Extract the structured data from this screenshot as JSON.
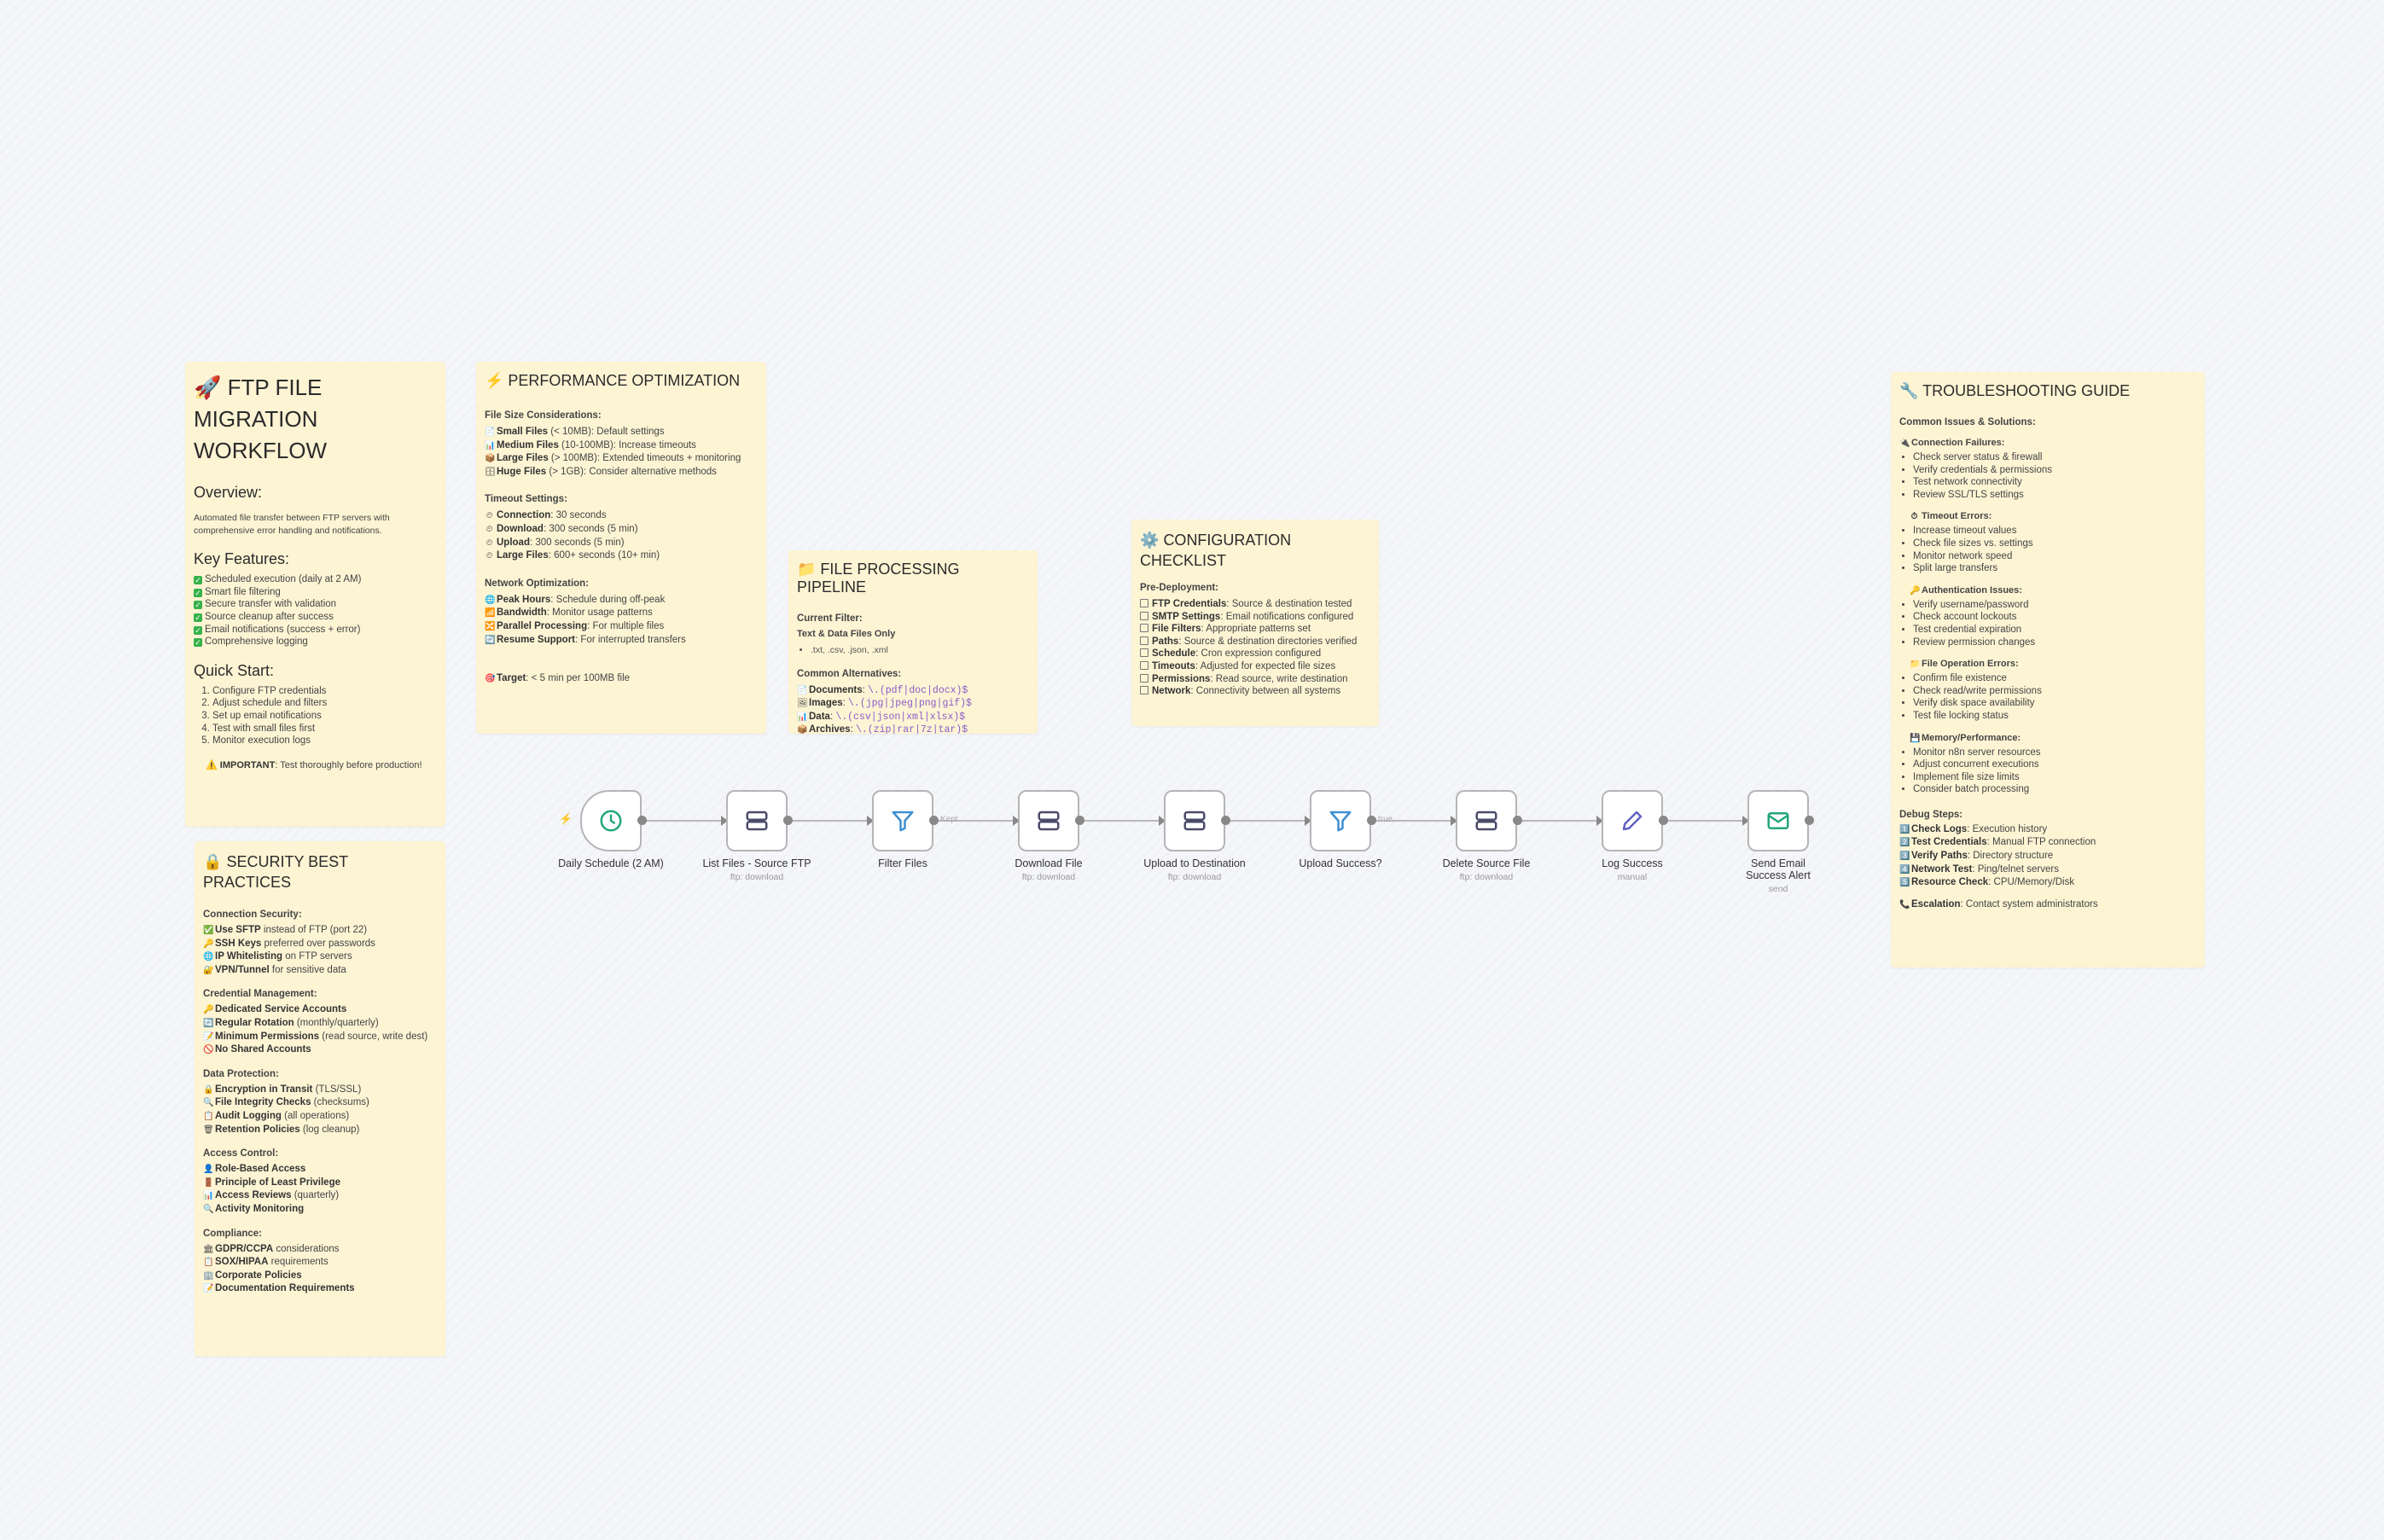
{
  "colors": {
    "note_bg": "#fdf4d4",
    "node_border": "#b5b5b5",
    "check": "#36b24a",
    "icon_teal": "#23a67c",
    "icon_slate": "#4a4a6a",
    "icon_purple": "#6161c7"
  },
  "main_note": {
    "title_icon": "🚀",
    "title_lines": [
      "FTP FILE",
      "MIGRATION",
      "WORKFLOW"
    ],
    "overview_title": "Overview:",
    "overview_text": [
      "Automated file transfer between FTP servers with",
      "comprehensive error handling and notifications."
    ],
    "features_title": "Key Features:",
    "features": [
      "Scheduled execution (daily at 2 AM)",
      "Smart file filtering",
      "Secure transfer with validation",
      "Source cleanup after success",
      "Email notifications (success + error)",
      "Comprehensive logging"
    ],
    "quickstart_title": "Quick Start:",
    "quickstart": [
      "Configure FTP credentials",
      "Adjust schedule and filters",
      "Set up email notifications",
      "Test with small files first",
      "Monitor execution logs"
    ],
    "important_icon": "⚠️",
    "important_label": "IMPORTANT",
    "important_text": ": Test thoroughly before production!"
  },
  "performance": {
    "title": "⚡ PERFORMANCE OPTIMIZATION",
    "size_title": "File Size Considerations:",
    "sizes": [
      {
        "icon": "📄",
        "label": "Small Files",
        "text": " (< 10MB): Default settings"
      },
      {
        "icon": "📊",
        "label": "Medium Files",
        "text": " (10-100MB): Increase timeouts"
      },
      {
        "icon": "📦",
        "label": "Large Files",
        "text": " (> 100MB): Extended timeouts + monitoring"
      },
      {
        "icon": "🗄",
        "label": "Huge Files",
        "text": " (> 1GB): Consider alternative methods"
      }
    ],
    "timeout_title": "Timeout Settings:",
    "timeouts": [
      {
        "icon": "⏲",
        "label": "Connection",
        "text": ": 30 seconds"
      },
      {
        "icon": "⏲",
        "label": "Download",
        "text": ": 300 seconds (5 min)"
      },
      {
        "icon": "⏲",
        "label": "Upload",
        "text": ": 300 seconds (5 min)"
      },
      {
        "icon": "⏲",
        "label": "Large Files",
        "text": ": 600+ seconds (10+ min)"
      }
    ],
    "network_title": "Network Optimization:",
    "network": [
      {
        "icon": "🌐",
        "label": "Peak Hours",
        "text": ": Schedule during off-peak"
      },
      {
        "icon": "📶",
        "label": "Bandwidth",
        "text": ": Monitor usage patterns"
      },
      {
        "icon": "🔀",
        "label": "Parallel Processing",
        "text": ": For multiple files"
      },
      {
        "icon": "🔄",
        "label": "Resume Support",
        "text": ": For interrupted transfers"
      }
    ],
    "target_icon": "🎯",
    "target_label": "Target",
    "target_text": ": < 5 min per 100MB file"
  },
  "pipeline": {
    "title": "📁 FILE PROCESSING PIPELINE",
    "filter_title": "Current Filter:",
    "filter_name": "Text & Data Files Only",
    "filter_ext": ".txt, .csv, .json, .xml",
    "alt_title": "Common Alternatives:",
    "alts": [
      {
        "icon": "📄",
        "label": "Documents",
        "code": "\\.(pdf|doc|docx)$"
      },
      {
        "icon": "🖼",
        "label": "Images",
        "code": "\\.(jpg|jpeg|png|gif)$"
      },
      {
        "icon": "📊",
        "label": "Data",
        "code": "\\.(csv|json|xml|xlsx)$"
      },
      {
        "icon": "📦",
        "label": "Archives",
        "code": "\\.(zip|rar|7z|tar)$"
      }
    ]
  },
  "config": {
    "title_icon": "⚙️",
    "title_lines": [
      "CONFIGURATION",
      "CHECKLIST"
    ],
    "predeploy_title": "Pre-Deployment:",
    "items": [
      {
        "label": "FTP Credentials",
        "text": ": Source & destination tested"
      },
      {
        "label": "SMTP Settings",
        "text": ": Email notifications configured"
      },
      {
        "label": "File Filters",
        "text": ": Appropriate patterns set"
      },
      {
        "label": "Paths",
        "text": ": Source & destination directories verified"
      },
      {
        "label": "Schedule",
        "text": ": Cron expression configured"
      },
      {
        "label": "Timeouts",
        "text": ": Adjusted for expected file sizes"
      },
      {
        "label": "Permissions",
        "text": ": Read source, write destination"
      },
      {
        "label": "Network",
        "text": ": Connectivity between all systems"
      }
    ]
  },
  "troubleshooting": {
    "title": "🔧 TROUBLESHOOTING GUIDE",
    "intro": "Common Issues & Solutions:",
    "groups": [
      {
        "icon": "🔌",
        "title": "Connection Failures:",
        "items": [
          "Check server status & firewall",
          "Verify credentials & permissions",
          "Test network connectivity",
          "Review SSL/TLS settings"
        ]
      },
      {
        "icon": "⏱",
        "title": "Timeout Errors:",
        "items": [
          "Increase timeout values",
          "Check file sizes vs. settings",
          "Monitor network speed",
          "Split large transfers"
        ]
      },
      {
        "icon": "🔑",
        "title": "Authentication Issues:",
        "items": [
          "Verify username/password",
          "Check account lockouts",
          "Test credential expiration",
          "Review permission changes"
        ]
      },
      {
        "icon": "📁",
        "title": "File Operation Errors:",
        "items": [
          "Confirm file existence",
          "Check read/write permissions",
          "Verify disk space availability",
          "Test file locking status"
        ]
      },
      {
        "icon": "💾",
        "title": "Memory/Performance:",
        "items": [
          "Monitor n8n server resources",
          "Adjust concurrent executions",
          "Implement file size limits",
          "Consider batch processing"
        ]
      }
    ],
    "debug_title": "Debug Steps:",
    "debug": [
      {
        "icon": "1️⃣",
        "label": "Check Logs",
        "text": ": Execution history"
      },
      {
        "icon": "2️⃣",
        "label": "Test Credentials",
        "text": ": Manual FTP connection"
      },
      {
        "icon": "3️⃣",
        "label": "Verify Paths",
        "text": ": Directory structure"
      },
      {
        "icon": "4️⃣",
        "label": "Network Test",
        "text": ": Ping/telnet servers"
      },
      {
        "icon": "5️⃣",
        "label": "Resource Check",
        "text": ": CPU/Memory/Disk"
      }
    ],
    "escalation_icon": "📞",
    "escalation_label": "Escalation",
    "escalation_text": ": Contact system administrators"
  },
  "security": {
    "title_icon": "🔒",
    "title_lines": [
      "SECURITY BEST",
      "PRACTICES"
    ],
    "sections": [
      {
        "title": "Connection Security:",
        "items": [
          {
            "icon": "✅",
            "label": "Use SFTP",
            "text": " instead of FTP (port 22)"
          },
          {
            "icon": "🔑",
            "label": "SSH Keys",
            "text": " preferred over passwords"
          },
          {
            "icon": "🌐",
            "label": "IP Whitelisting",
            "text": " on FTP servers"
          },
          {
            "icon": "🔐",
            "label": "VPN/Tunnel",
            "text": " for sensitive data"
          }
        ]
      },
      {
        "title": "Credential Management:",
        "items": [
          {
            "icon": "🔑",
            "label": "Dedicated Service Accounts",
            "text": ""
          },
          {
            "icon": "🔄",
            "label": "Regular Rotation",
            "text": " (monthly/quarterly)"
          },
          {
            "icon": "📝",
            "label": "Minimum Permissions",
            "text": " (read source, write dest)"
          },
          {
            "icon": "🚫",
            "label": "No Shared Accounts",
            "text": ""
          }
        ]
      },
      {
        "title": "Data Protection:",
        "items": [
          {
            "icon": "🔒",
            "label": "Encryption in Transit",
            "text": " (TLS/SSL)"
          },
          {
            "icon": "🔍",
            "label": "File Integrity Checks",
            "text": " (checksums)"
          },
          {
            "icon": "📋",
            "label": "Audit Logging",
            "text": " (all operations)"
          },
          {
            "icon": "🗑",
            "label": "Retention Policies",
            "text": " (log cleanup)"
          }
        ]
      },
      {
        "title": "Access Control:",
        "items": [
          {
            "icon": "👤",
            "label": "Role-Based Access",
            "text": ""
          },
          {
            "icon": "🚪",
            "label": "Principle of Least Privilege",
            "text": ""
          },
          {
            "icon": "📊",
            "label": "Access Reviews",
            "text": " (quarterly)"
          },
          {
            "icon": "🔍",
            "label": "Activity Monitoring",
            "text": ""
          }
        ]
      },
      {
        "title": "Compliance:",
        "items": [
          {
            "icon": "🏛",
            "label": "GDPR/CCPA",
            "text": " considerations"
          },
          {
            "icon": "📋",
            "label": "SOX/HIPAA",
            "text": " requirements"
          },
          {
            "icon": "🏢",
            "label": "Corporate Policies",
            "text": ""
          },
          {
            "icon": "📝",
            "label": "Documentation Requirements",
            "text": ""
          }
        ]
      }
    ]
  },
  "workflow": {
    "trigger_marker": "⚡",
    "nodes": [
      {
        "name": "Daily Schedule (2 AM)",
        "sub": "",
        "icon": "clock-icon"
      },
      {
        "name": "List Files - Source FTP",
        "sub": "ftp: download",
        "icon": "server-icon"
      },
      {
        "name": "Filter Files",
        "sub": "",
        "icon": "filter-icon"
      },
      {
        "name": "Download File",
        "sub": "ftp: download",
        "icon": "server-icon"
      },
      {
        "name": "Upload to Destination",
        "sub": "ftp: download",
        "icon": "server-icon"
      },
      {
        "name": "Upload Success?",
        "sub": "",
        "icon": "filter-icon"
      },
      {
        "name": "Delete Source File",
        "sub": "ftp: download",
        "icon": "server-icon"
      },
      {
        "name": "Log Success",
        "sub": "manual",
        "icon": "pencil-icon"
      },
      {
        "name": "Send Email Success Alert",
        "sub": "send",
        "icon": "mail-icon"
      }
    ],
    "connector_labels": {
      "filter": "Kept",
      "success": "true"
    }
  }
}
